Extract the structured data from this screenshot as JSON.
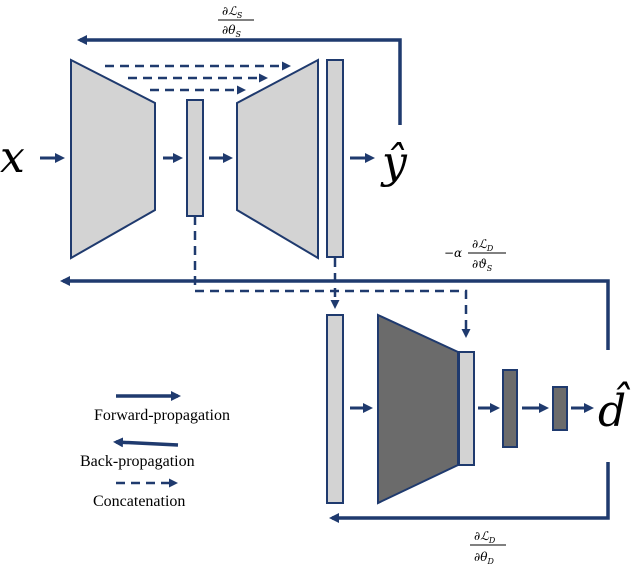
{
  "labels": {
    "input": "x",
    "seg_output": "ŷ",
    "disc_output": "d̂"
  },
  "gradients": {
    "seg": {
      "num": "∂ℒ",
      "num_sub": "S",
      "den": "∂θ",
      "den_sub": "S"
    },
    "adv": {
      "prefix": "−α",
      "num": "∂ℒ",
      "num_sub": "D",
      "den": "∂ϑ",
      "den_sub": "S"
    },
    "disc": {
      "num": "∂ℒ",
      "num_sub": "D",
      "den": "∂θ",
      "den_sub": "D"
    }
  },
  "legend": {
    "forward": "Forward-propagation",
    "back": "Back-propagation",
    "concat": "Concatenation"
  },
  "colors": {
    "arrow": "#1f3a6e",
    "light_block": "#d3d3d3",
    "dark_block": "#6b6b6b",
    "outline": "#1f3a6e"
  }
}
